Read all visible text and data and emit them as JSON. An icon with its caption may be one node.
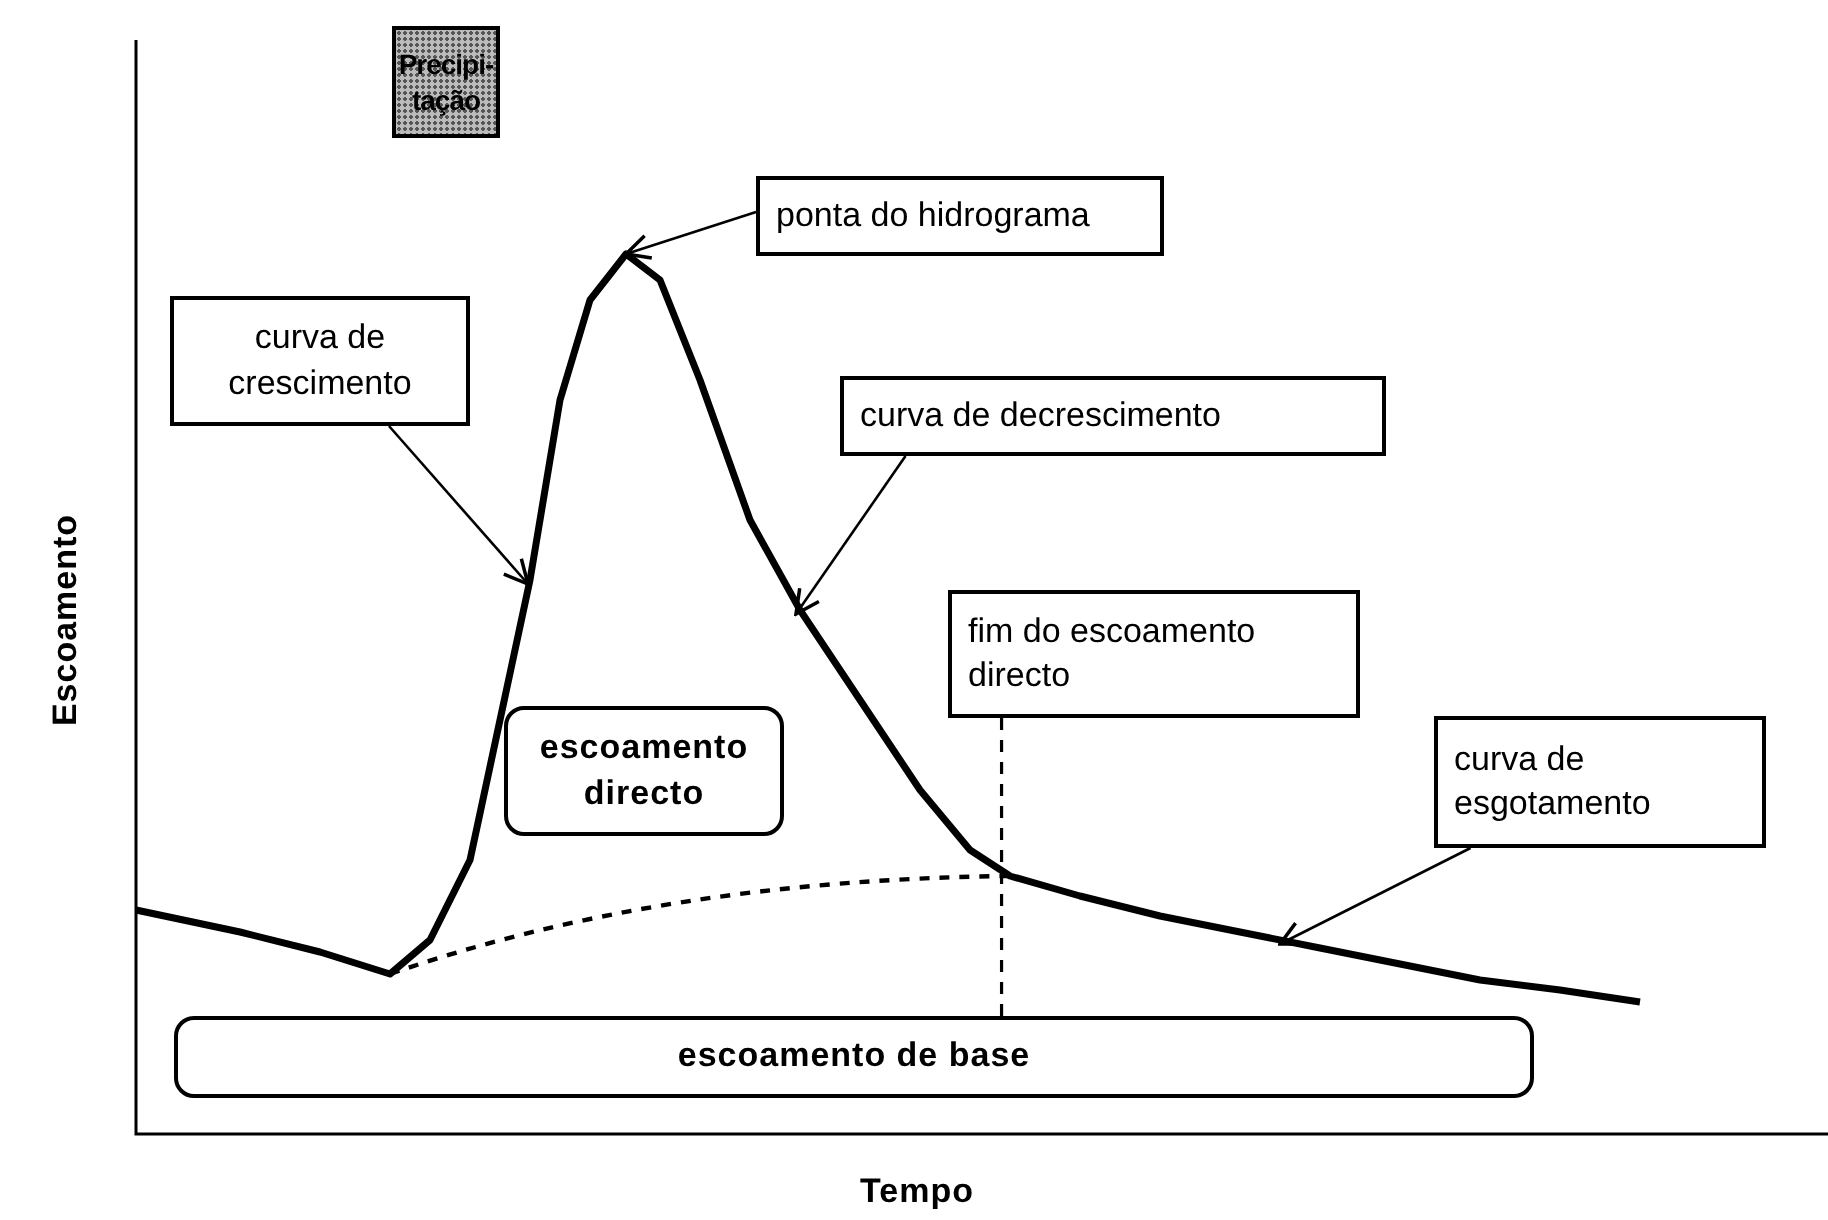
{
  "diagram": {
    "nodes": [
      {
        "text": [
          "Precipi- tação"
        ]
      },
      {
        "text": [
          "ponta do hidrograma"
        ]
      },
      {
        "text": [
          "curva de crescimento"
        ]
      },
      {
        "text": [
          "curva de decrescimento"
        ]
      },
      {
        "text": [
          "fim do escoamento directo"
        ]
      },
      {
        "text": [
          "curva de esgotamento"
        ]
      },
      {
        "text": [
          "escoamento directo"
        ]
      },
      {
        "text": [
          "escoamento de base"
        ]
      }
    ],
    "edges": [
      {
        "from": 1,
        "to": null,
        "arrow": "to"
      },
      {
        "from": 2,
        "to": null,
        "arrow": "to"
      },
      {
        "from": 3,
        "to": null,
        "arrow": "to"
      },
      {
        "from": 4,
        "to": 7,
        "arrow": "none",
        "style": "dashed"
      },
      {
        "from": 5,
        "to": null,
        "arrow": "to"
      }
    ],
    "labels": [
      "Escoamento",
      "Tempo"
    ]
  }
}
